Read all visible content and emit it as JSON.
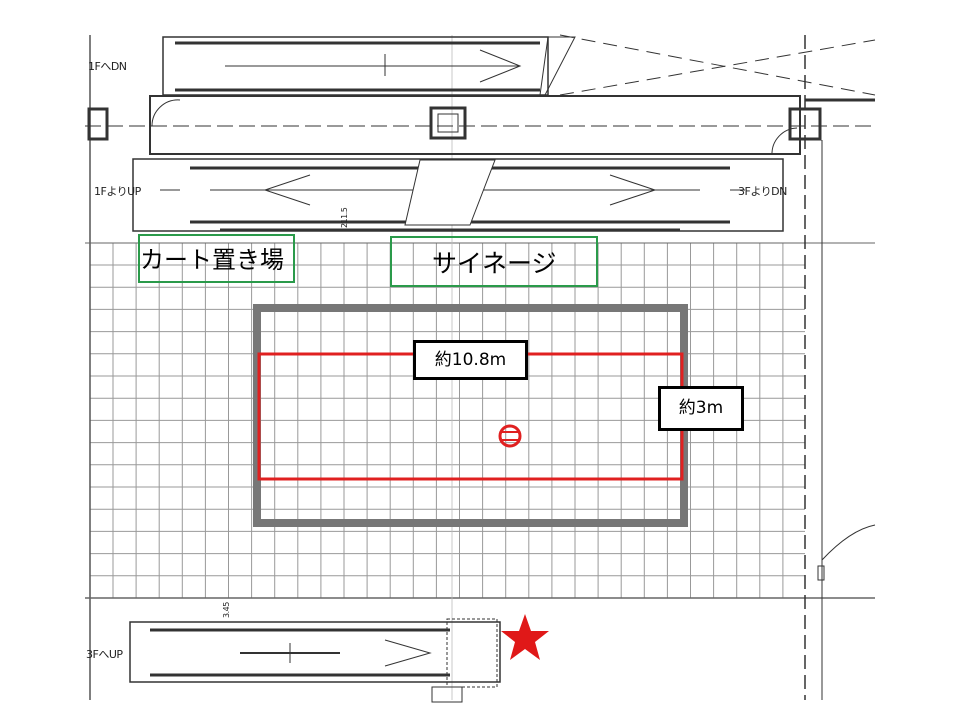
{
  "labels": {
    "f1_down": "1FへDN",
    "f1_up": "1FよりUP",
    "f3_down": "3FよりDN",
    "f3_up": "3FへUP",
    "dim_small_top": "211.5",
    "dim_small_bottom": "3.45"
  },
  "areas": {
    "cart": "カート置き場",
    "signage": "サイネージ"
  },
  "dimensions": {
    "width": "約10.8m",
    "depth": "約3m"
  },
  "colors": {
    "area_outline": "#2a9a4a",
    "event_area": "#e02020",
    "outer_area": "#777777",
    "star": "#e01818"
  },
  "markers": {
    "star": "star-icon",
    "center": "circle-marker-icon"
  }
}
